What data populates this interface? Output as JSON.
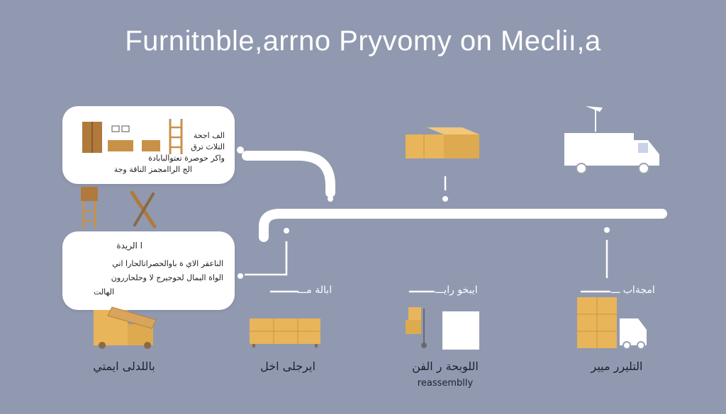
{
  "title": "Furnitnble,arrno Pryvomy on Mecliı,a",
  "card_top": {
    "lines": [
      "الف اجحة",
      "التلاث ترق",
      "واكر حوصرة تعتوالبابادة",
      "الج الراامجمز الناقة وجة"
    ]
  },
  "card_bottom": {
    "heading": "ا الريدة",
    "lines": [
      "الناعقر الاي ة باوالحصراتالحارا اتي",
      "الواة البمال لحوجيرج لا وحلحاررون",
      "الهالت"
    ]
  },
  "steps": [
    {
      "label": "ابالة مـــ",
      "caption": "ايرجلى اخل",
      "subcaption": ""
    },
    {
      "label": "ايبخو رايـــ",
      "caption": "اللوبحة ر الفن",
      "subcaption": "reassemblly"
    },
    {
      "label": "امجةاب ـــ",
      "caption": "التليرر ميير",
      "subcaption": ""
    }
  ],
  "first_caption": "باللدلى ايمتي",
  "colors": {
    "background": "#9099b0",
    "accent": "#e8b55a",
    "line": "#ffffff"
  }
}
